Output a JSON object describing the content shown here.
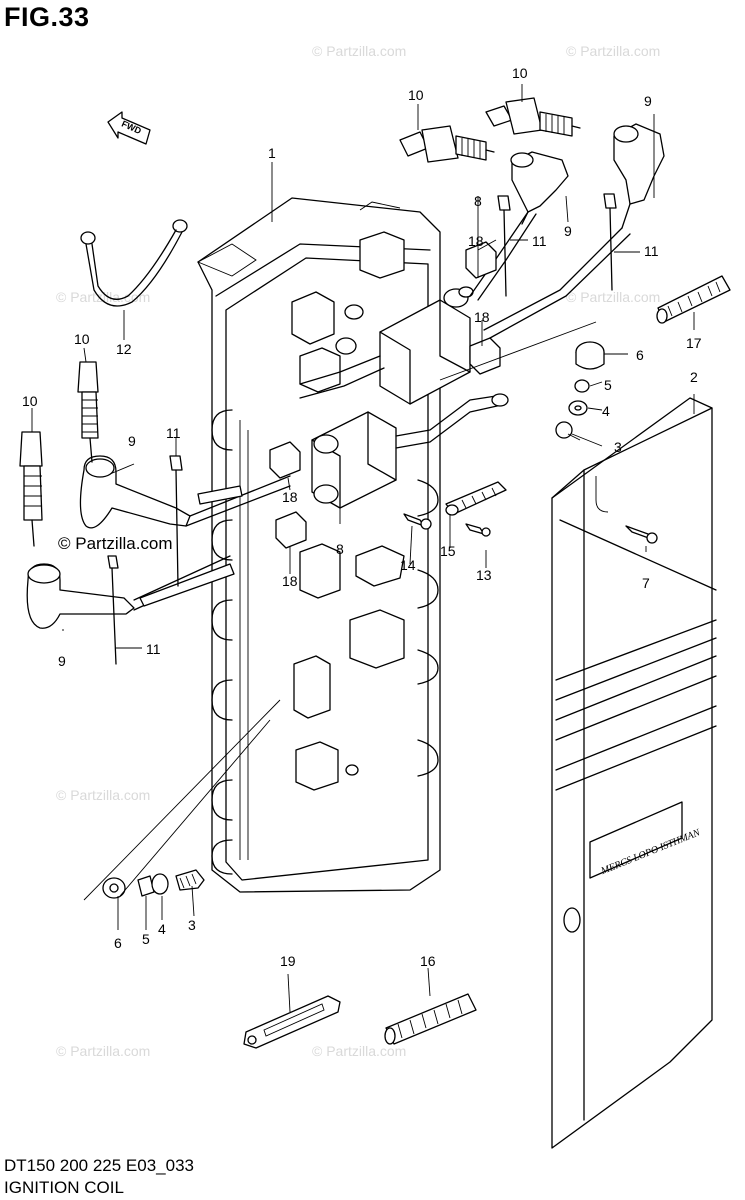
{
  "figure": {
    "title": "FIG.33",
    "model_code": "DT150 200 225 E03_033",
    "caption": "IGNITION COIL",
    "arrow_label": "FWD",
    "cover_label": "MERCS LOPO ISTHMAN"
  },
  "watermarks": {
    "faint": "© Partzilla.com",
    "prominent": "© Partzilla.com"
  },
  "callouts": [
    {
      "id": "c-1",
      "label": "1"
    },
    {
      "id": "c-2",
      "label": "2"
    },
    {
      "id": "c-3a",
      "label": "3"
    },
    {
      "id": "c-3b",
      "label": "3"
    },
    {
      "id": "c-4a",
      "label": "4"
    },
    {
      "id": "c-4b",
      "label": "4"
    },
    {
      "id": "c-5a",
      "label": "5"
    },
    {
      "id": "c-5b",
      "label": "5"
    },
    {
      "id": "c-6a",
      "label": "6"
    },
    {
      "id": "c-6b",
      "label": "6"
    },
    {
      "id": "c-7",
      "label": "7"
    },
    {
      "id": "c-8a",
      "label": "8"
    },
    {
      "id": "c-8b",
      "label": "8"
    },
    {
      "id": "c-9a",
      "label": "9"
    },
    {
      "id": "c-9b",
      "label": "9"
    },
    {
      "id": "c-9c",
      "label": "9"
    },
    {
      "id": "c-9d",
      "label": "9"
    },
    {
      "id": "c-10a",
      "label": "10"
    },
    {
      "id": "c-10b",
      "label": "10"
    },
    {
      "id": "c-10c",
      "label": "10"
    },
    {
      "id": "c-10d",
      "label": "10"
    },
    {
      "id": "c-11a",
      "label": "11"
    },
    {
      "id": "c-11b",
      "label": "11"
    },
    {
      "id": "c-11c",
      "label": "11"
    },
    {
      "id": "c-11d",
      "label": "11"
    },
    {
      "id": "c-12",
      "label": "12"
    },
    {
      "id": "c-13",
      "label": "13"
    },
    {
      "id": "c-14",
      "label": "14"
    },
    {
      "id": "c-15",
      "label": "15"
    },
    {
      "id": "c-16",
      "label": "16"
    },
    {
      "id": "c-17",
      "label": "17"
    },
    {
      "id": "c-18a",
      "label": "18"
    },
    {
      "id": "c-18b",
      "label": "18"
    },
    {
      "id": "c-18c",
      "label": "18"
    },
    {
      "id": "c-18d",
      "label": "18"
    },
    {
      "id": "c-19",
      "label": "19"
    }
  ]
}
